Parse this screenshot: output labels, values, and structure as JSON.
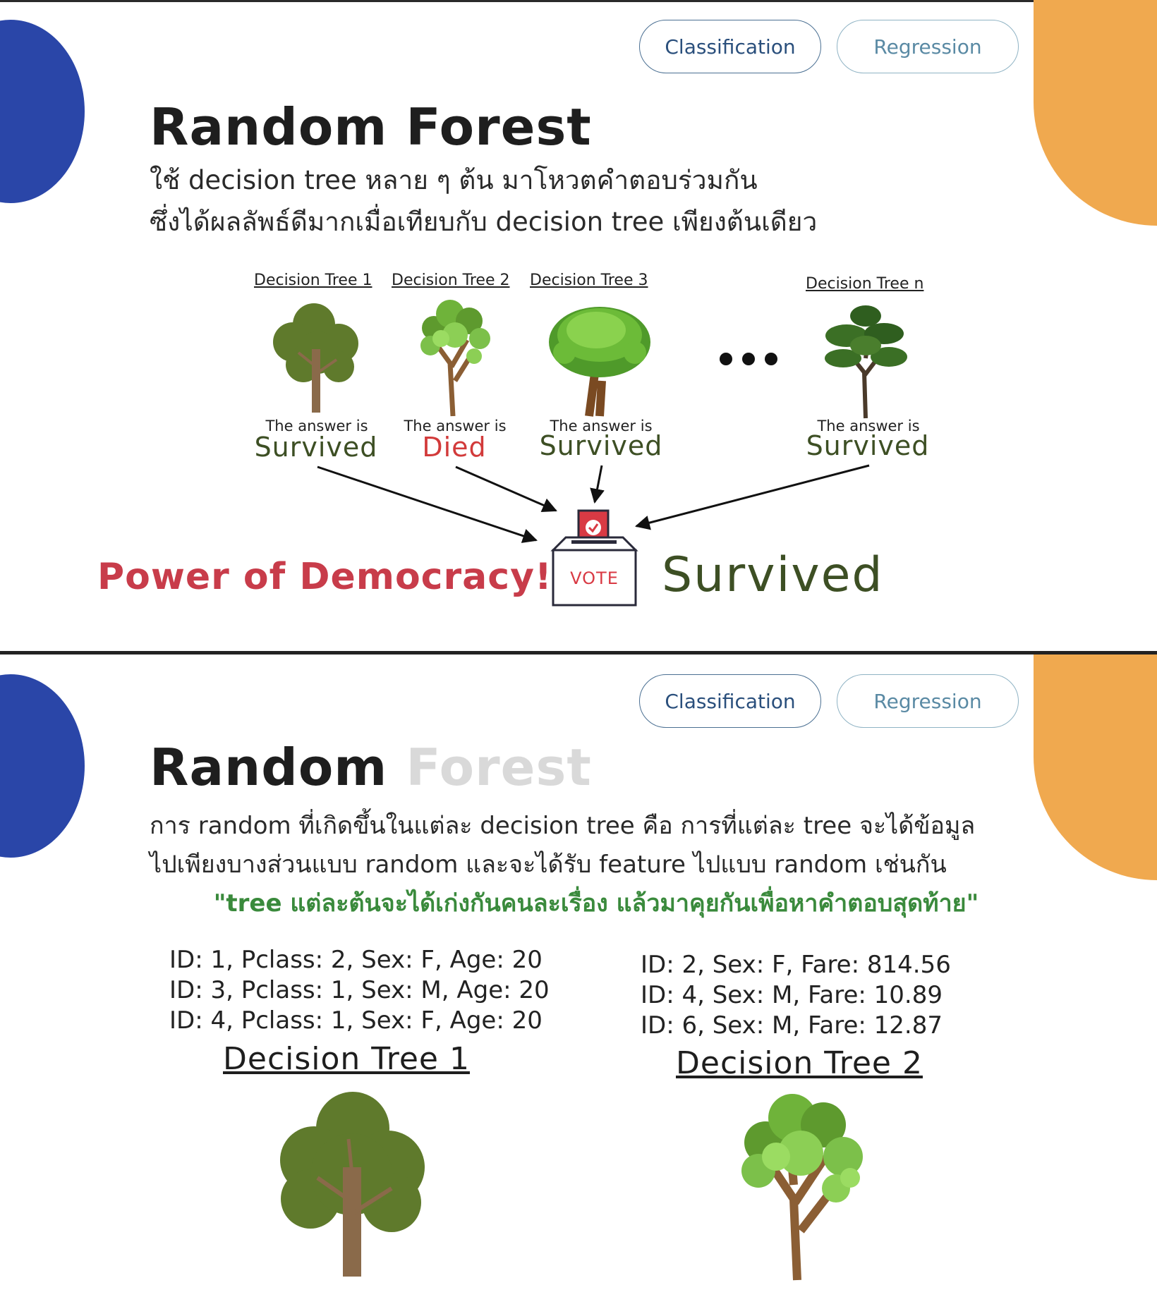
{
  "slide1": {
    "buttons": {
      "classification": "Classification",
      "regression": "Regression"
    },
    "title": "Random Forest",
    "description": [
      "ใช้ decision tree หลาย ๆ ต้น มาโหวตคำตอบร่วมกัน",
      "ซึ่งได้ผลลัพธ์ดีมากเมื่อเทียบกับ decision tree เพียงต้นเดียว"
    ],
    "trees": [
      {
        "label": "Decision Tree 1",
        "answer_prefix": "The answer is",
        "answer": "Survived"
      },
      {
        "label": "Decision Tree 2",
        "answer_prefix": "The answer is",
        "answer": "Died"
      },
      {
        "label": "Decision Tree 3",
        "answer_prefix": "The answer is",
        "answer": "Survived"
      },
      {
        "label": "Decision Tree n",
        "answer_prefix": "The answer is",
        "answer": "Survived"
      }
    ],
    "vote_label": "VOTE",
    "democracy": "Power of Democracy!",
    "result": "Survived",
    "colors": {
      "blue": "#2a46a8",
      "orange": "#f0a94f",
      "survived": "#3d4f24",
      "died": "#d23a3a",
      "democracy": "#c83c4a"
    }
  },
  "slide2": {
    "buttons": {
      "classification": "Classification",
      "regression": "Regression"
    },
    "title_main": "Random",
    "title_faded": "Forest",
    "description": [
      "การ random ที่เกิดขึ้นในแต่ละ decision tree คือ การที่แต่ละ tree จะได้ข้อมูล",
      "ไปเพียงบางส่วนแบบ random และจะได้รับ feature ไปแบบ random เช่นกัน"
    ],
    "quote": "\"tree แต่ละต้นจะได้เก่งกันคนละเรื่อง แล้วมาคุยกันเพื่อหาคำตอบสุดท้าย\"",
    "tree1": {
      "rows": [
        "ID: 1, Pclass: 2, Sex: F, Age: 20",
        "ID: 3, Pclass: 1, Sex: M, Age: 20",
        "ID: 4, Pclass: 1, Sex: F, Age: 20"
      ],
      "label": "Decision Tree 1"
    },
    "tree2": {
      "rows": [
        "ID: 2, Sex: F, Fare: 814.56",
        "ID: 4, Sex: M, Fare: 10.89",
        "ID: 6, Sex: M, Fare: 12.87"
      ],
      "label": "Decision Tree 2"
    },
    "colors": {
      "quote": "#3a8a3c"
    }
  }
}
